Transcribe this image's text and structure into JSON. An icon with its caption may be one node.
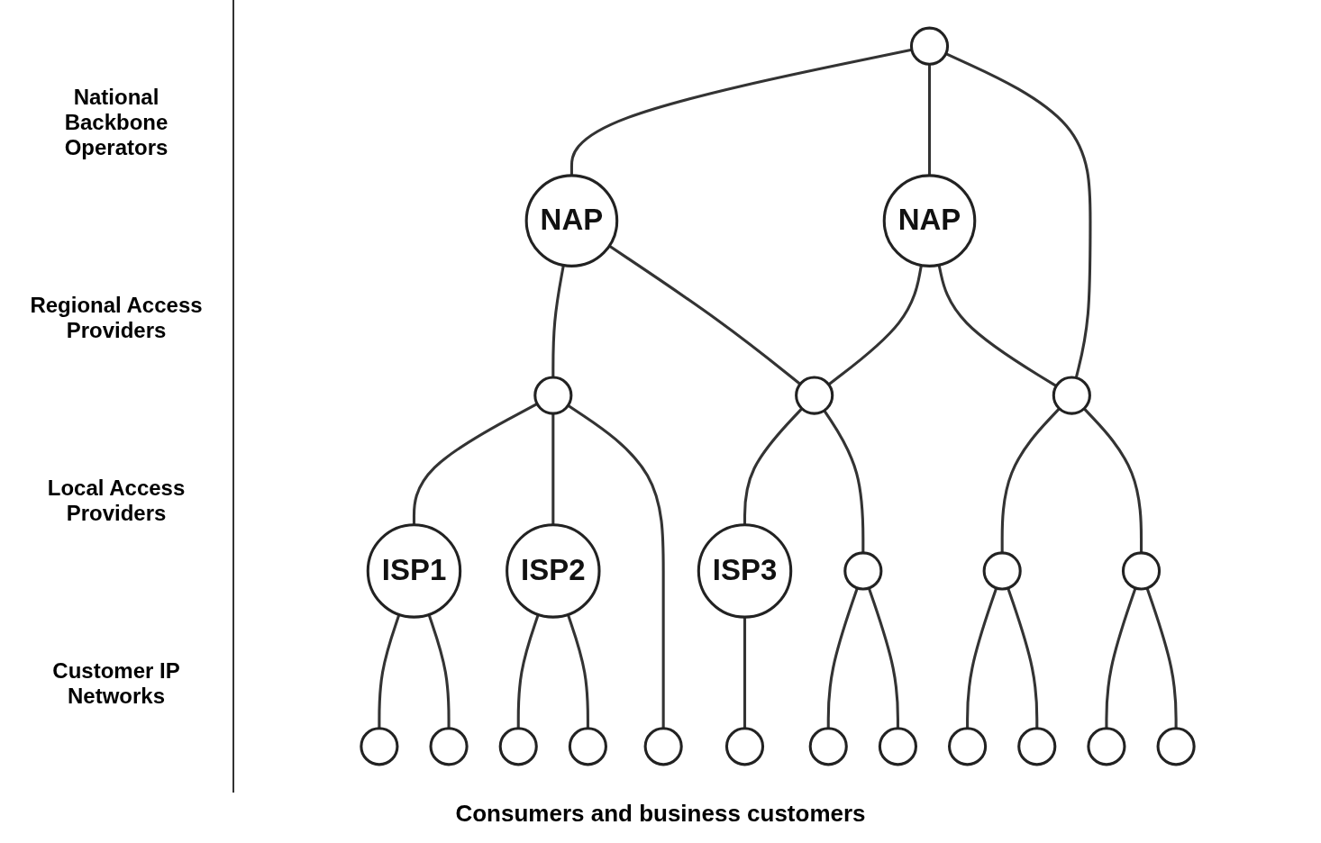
{
  "diagram": {
    "caption": "Consumers and business customers",
    "nodes": [
      {
        "text": [],
        "shape": "ellipse"
      },
      {
        "text": [
          "NAP"
        ]
      },
      {
        "text": [
          "NAP"
        ]
      },
      {
        "text": [],
        "shape": "ellipse"
      },
      {
        "text": [],
        "shape": "ellipse"
      },
      {
        "text": [],
        "shape": "ellipse"
      },
      {
        "text": [
          "ISP1"
        ]
      },
      {
        "text": [
          "ISP2"
        ]
      },
      {
        "text": [
          "ISP3"
        ]
      },
      {
        "text": [],
        "shape": "ellipse"
      },
      {
        "text": [],
        "shape": "ellipse"
      },
      {
        "text": [],
        "shape": "ellipse"
      },
      {
        "text": [],
        "shape": "ellipse"
      },
      {
        "text": [],
        "shape": "ellipse"
      },
      {
        "text": [],
        "shape": "ellipse"
      },
      {
        "text": [],
        "shape": "ellipse"
      },
      {
        "text": [],
        "shape": "ellipse"
      },
      {
        "text": [],
        "shape": "ellipse"
      },
      {
        "text": [],
        "shape": "ellipse"
      },
      {
        "text": [],
        "shape": "ellipse"
      },
      {
        "text": [],
        "shape": "ellipse"
      },
      {
        "text": [],
        "shape": "ellipse"
      },
      {
        "text": [],
        "shape": "ellipse"
      },
      {
        "text": [],
        "shape": "ellipse"
      }
    ],
    "edges": [
      {
        "from": 0,
        "to": 1,
        "arrow": "none"
      },
      {
        "from": 0,
        "to": 2,
        "arrow": "none"
      },
      {
        "from": 0,
        "to": 5,
        "arrow": "none"
      },
      {
        "from": 1,
        "to": 3,
        "arrow": "none"
      },
      {
        "from": 1,
        "to": 4,
        "arrow": "none"
      },
      {
        "from": 2,
        "to": 4,
        "arrow": "none"
      },
      {
        "from": 2,
        "to": 5,
        "arrow": "none"
      },
      {
        "from": 3,
        "to": 6,
        "arrow": "none"
      },
      {
        "from": 3,
        "to": 7,
        "arrow": "none"
      },
      {
        "from": 3,
        "to": 16,
        "arrow": "none"
      },
      {
        "from": 4,
        "to": 8,
        "arrow": "none"
      },
      {
        "from": 4,
        "to": 9,
        "arrow": "none"
      },
      {
        "from": 5,
        "to": 10,
        "arrow": "none"
      },
      {
        "from": 5,
        "to": 11,
        "arrow": "none"
      },
      {
        "from": 6,
        "to": 12,
        "arrow": "none"
      },
      {
        "from": 6,
        "to": 13,
        "arrow": "none"
      },
      {
        "from": 7,
        "to": 14,
        "arrow": "none"
      },
      {
        "from": 7,
        "to": 15,
        "arrow": "none"
      },
      {
        "from": 8,
        "to": 17,
        "arrow": "none"
      },
      {
        "from": 9,
        "to": 18,
        "arrow": "none"
      },
      {
        "from": 9,
        "to": 19,
        "arrow": "none"
      },
      {
        "from": 10,
        "to": 20,
        "arrow": "none"
      },
      {
        "from": 10,
        "to": 21,
        "arrow": "none"
      },
      {
        "from": 11,
        "to": 22,
        "arrow": "none"
      },
      {
        "from": 11,
        "to": 23,
        "arrow": "none"
      }
    ],
    "labels": [
      "National Backbone Operators",
      "Regional Access Providers",
      "Local Access Providers",
      "Customer IP Networks"
    ]
  }
}
